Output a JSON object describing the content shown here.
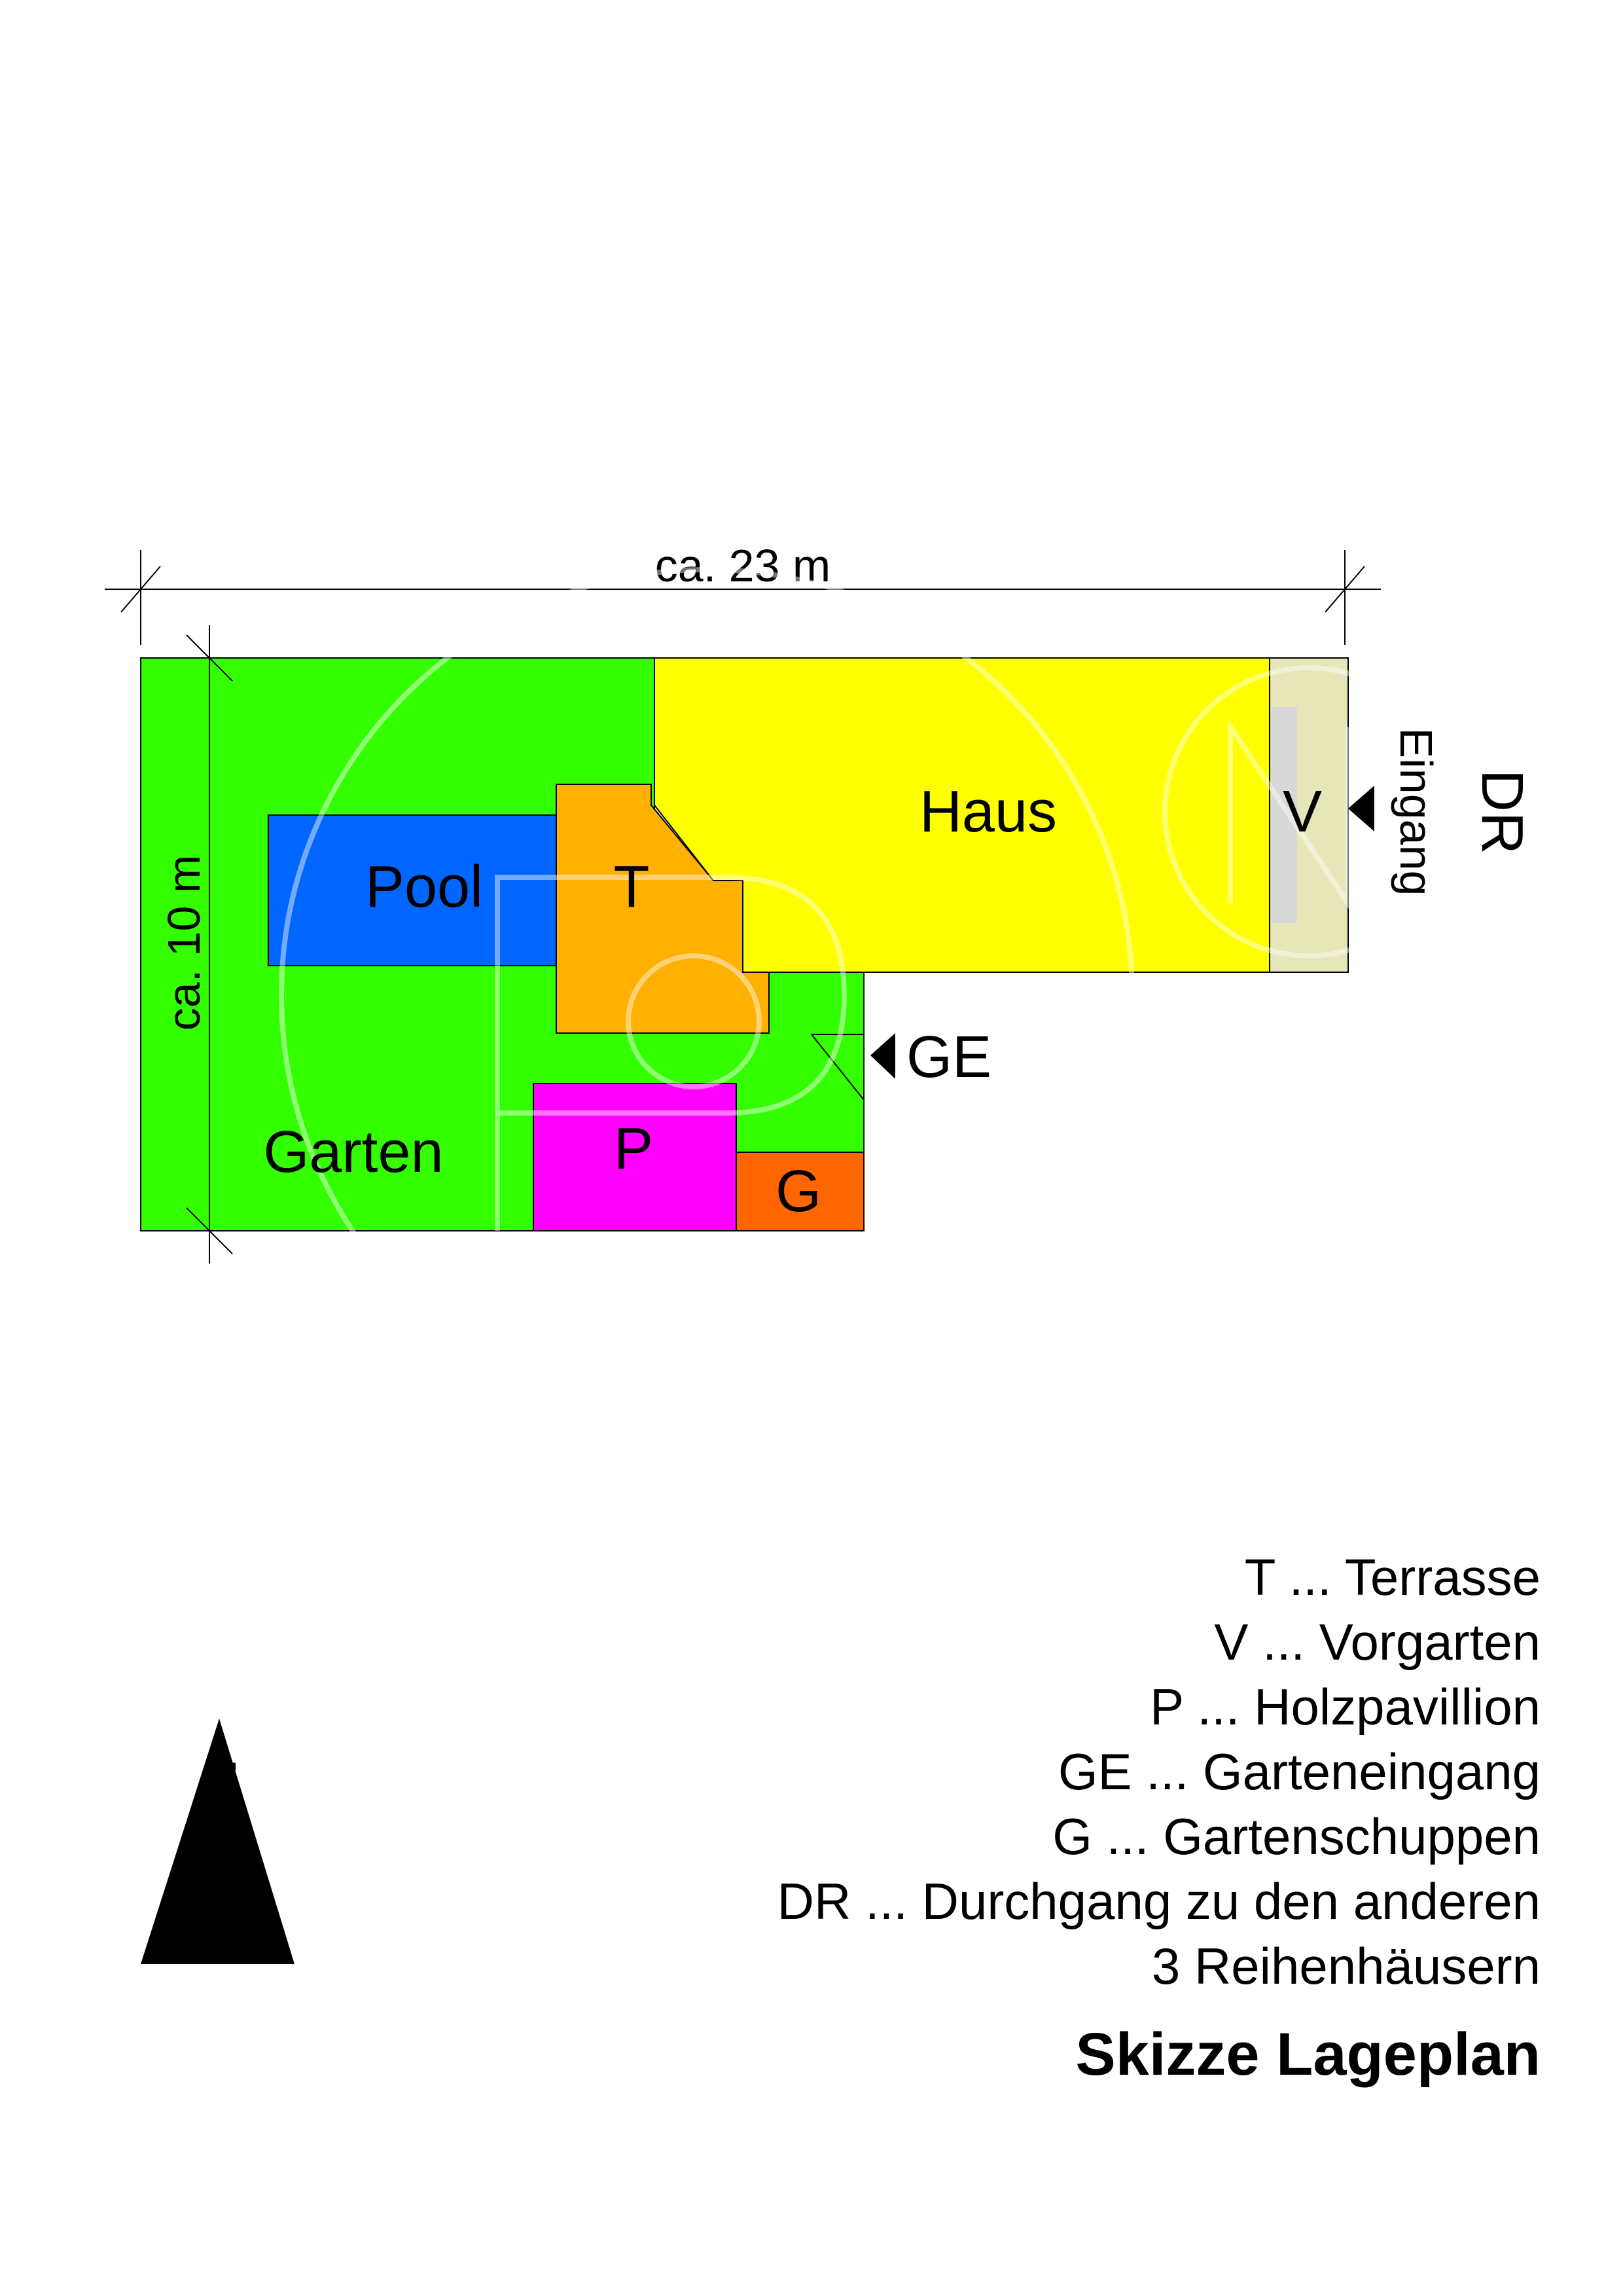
{
  "dimensions": {
    "width_label": "ca. 23 m",
    "height_label": "ca. 10 m"
  },
  "areas": {
    "garten": {
      "label": "Garten",
      "color": "#33ff00"
    },
    "haus": {
      "label": "Haus",
      "color": "#ffff00"
    },
    "vorgarten": {
      "label": "V",
      "color": "#e6e6b8"
    },
    "pool": {
      "label": "Pool",
      "color": "#0066ff"
    },
    "terrasse": {
      "label": "T",
      "color": "#ffb000"
    },
    "pavillion": {
      "label": "P",
      "color": "#ff00ff"
    },
    "schuppen": {
      "label": "G",
      "color": "#ff6600"
    }
  },
  "markers": {
    "dr": "DR",
    "eingang": "Eingang",
    "ge": "GE"
  },
  "north_label": "Norden",
  "legend": {
    "items": [
      "T ... Terrasse",
      "V ... Vorgarten",
      "P ... Holzpavillion",
      "GE ... Garteneingang",
      "G ... Gartenschuppen",
      "DR ... Durchgang zu den anderen",
      "3 Reihenhäusern"
    ],
    "title": "Skizze Lageplan"
  }
}
